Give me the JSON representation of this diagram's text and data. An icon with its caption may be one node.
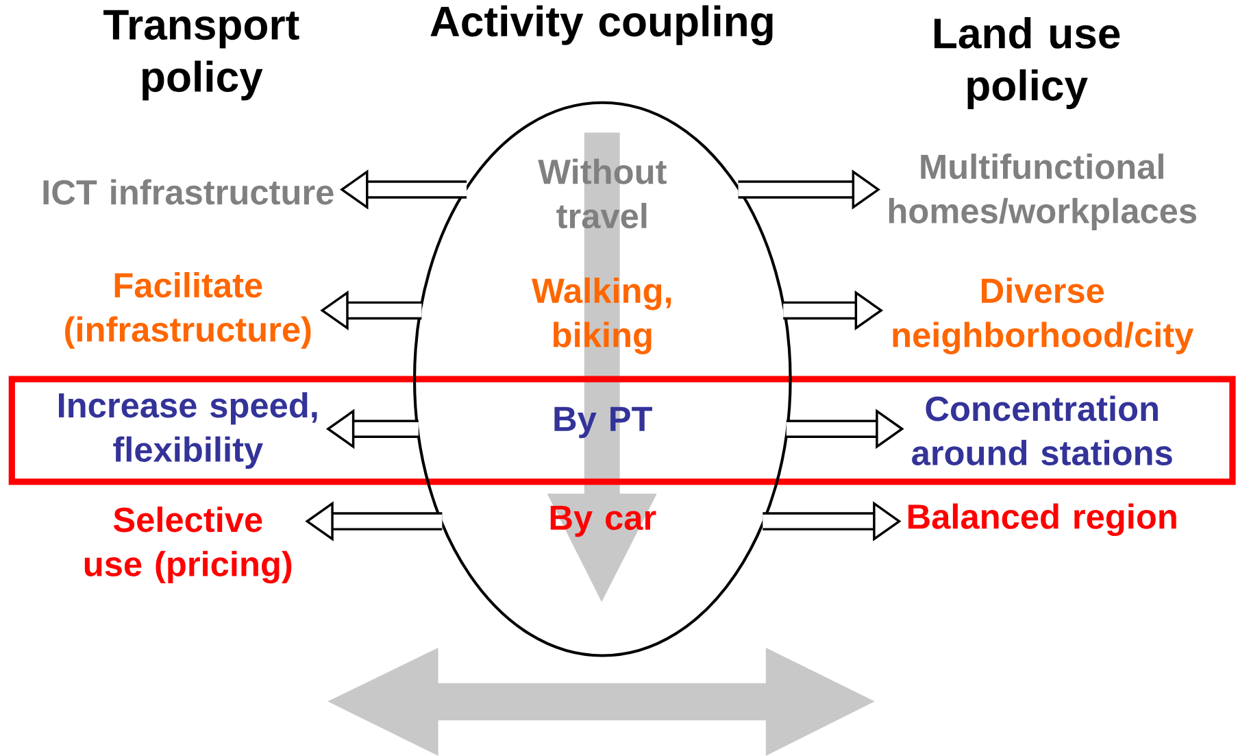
{
  "diagram": {
    "nodes": [
      {
        "text": [],
        "shape": "ellipse"
      },
      {
        "text": [
          "Without travel"
        ],
        "in": 0
      },
      {
        "text": [
          "Walking, biking"
        ],
        "in": 0
      },
      {
        "text": [
          "By PT"
        ],
        "in": 0
      },
      {
        "text": [
          "By car"
        ],
        "in": 0
      },
      {
        "text": [
          "ICT infrastructure"
        ]
      },
      {
        "text": [
          "Facilitate (infrastructure)"
        ]
      },
      {
        "text": [
          "Increase speed, flexibility"
        ]
      },
      {
        "text": [
          "Selective use (pricing)"
        ]
      },
      {
        "text": [
          "Multifunctional homes/workplaces"
        ]
      },
      {
        "text": [
          "Diverse neighborhood/city"
        ]
      },
      {
        "text": [
          "Concentration around stations"
        ]
      },
      {
        "text": [
          "Balanced region"
        ]
      }
    ],
    "edges": [
      {
        "from": 0,
        "to": 5,
        "arrow": "to"
      },
      {
        "from": 0,
        "to": 9,
        "arrow": "to"
      },
      {
        "from": 0,
        "to": 6,
        "arrow": "to"
      },
      {
        "from": 0,
        "to": 10,
        "arrow": "to"
      },
      {
        "from": 0,
        "to": 7,
        "arrow": "to"
      },
      {
        "from": 0,
        "to": 11,
        "arrow": "to"
      },
      {
        "from": 0,
        "to": 8,
        "arrow": "to"
      },
      {
        "from": 0,
        "to": 12,
        "arrow": "to"
      }
    ],
    "labels": [
      "Transport policy",
      "Activity coupling",
      "Land use policy"
    ]
  }
}
